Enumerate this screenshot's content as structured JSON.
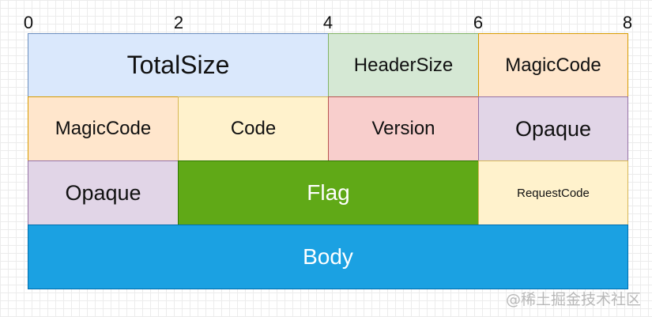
{
  "ticks": [
    "0",
    "2",
    "4",
    "6",
    "8"
  ],
  "cells": {
    "total_size": {
      "label": "TotalSize",
      "fill": "#dae8fc",
      "stroke": "#6c8ebf"
    },
    "header_size": {
      "label": "HeaderSize",
      "fill": "#d5e8d4",
      "stroke": "#82b366"
    },
    "magic_code_1": {
      "label": "MagicCode",
      "fill": "#ffe6cc",
      "stroke": "#d79b00"
    },
    "magic_code_2": {
      "label": "MagicCode",
      "fill": "#ffe6cc",
      "stroke": "#d79b00"
    },
    "code": {
      "label": "Code",
      "fill": "#fff2cc",
      "stroke": "#d6b656"
    },
    "version": {
      "label": "Version",
      "fill": "#f8cecc",
      "stroke": "#b85450"
    },
    "opaque_1": {
      "label": "Opaque",
      "fill": "#e1d5e7",
      "stroke": "#9673a6"
    },
    "opaque_2": {
      "label": "Opaque",
      "fill": "#e1d5e7",
      "stroke": "#9673a6"
    },
    "flag": {
      "label": "Flag",
      "fill": "#60a917",
      "stroke": "#2d7600",
      "text": "#ffffff"
    },
    "request_code": {
      "label": "RequestCode",
      "fill": "#fff2cc",
      "stroke": "#d6b656"
    },
    "body": {
      "label": "Body",
      "fill": "#1ba1e2",
      "stroke": "#006eaf",
      "text": "#ffffff"
    }
  },
  "watermark": "@稀土掘金技术社区"
}
